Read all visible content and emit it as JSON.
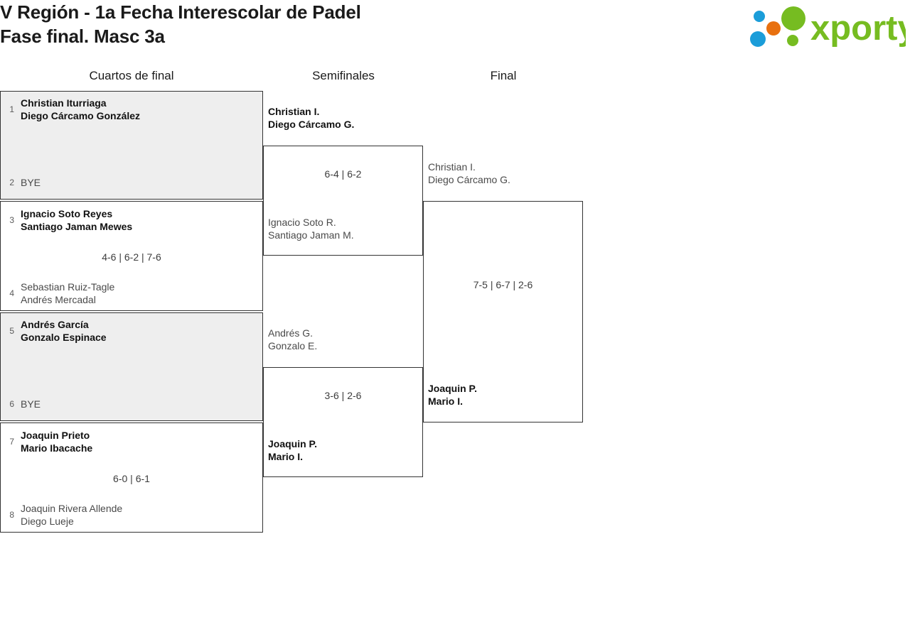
{
  "header": {
    "title": "V Región - 1a Fecha Interescolar de Padel\nFase final. Masc 3a",
    "logo_text": "xporty",
    "logo_colors": {
      "green": "#76bc21",
      "blue": "#1b9dd9",
      "orange": "#e8700f"
    }
  },
  "columns": [
    {
      "label": "Cuartos de final"
    },
    {
      "label": "Semifinales"
    },
    {
      "label": "Final"
    }
  ],
  "bracket": {
    "quarterfinals": [
      {
        "bye": true,
        "top": {
          "seed": "1",
          "names": "Christian Iturriaga\nDiego Cárcamo González",
          "result": "winner"
        },
        "bottom": {
          "seed": "2",
          "names": "BYE",
          "result": "bye"
        },
        "score": ""
      },
      {
        "bye": false,
        "top": {
          "seed": "3",
          "names": "Ignacio Soto Reyes\nSantiago Jaman Mewes",
          "result": "winner"
        },
        "bottom": {
          "seed": "4",
          "names": "Sebastian Ruiz-Tagle\nAndrés Mercadal",
          "result": "loser"
        },
        "score": "4-6 | 6-2 | 7-6"
      },
      {
        "bye": true,
        "top": {
          "seed": "5",
          "names": "Andrés García\nGonzalo Espinace",
          "result": "winner"
        },
        "bottom": {
          "seed": "6",
          "names": "BYE",
          "result": "bye"
        },
        "score": ""
      },
      {
        "bye": false,
        "top": {
          "seed": "7",
          "names": "Joaquin Prieto\nMario Ibacache",
          "result": "winner"
        },
        "bottom": {
          "seed": "8",
          "names": "Joaquin Rivera Allende\nDiego Lueje",
          "result": "loser"
        },
        "score": "6-0 | 6-1"
      }
    ],
    "semifinals": [
      {
        "top": {
          "names": "Christian I.\nDiego Cárcamo G.",
          "result": "winner"
        },
        "bottom": {
          "names": "Ignacio Soto R.\nSantiago Jaman M.",
          "result": "loser"
        },
        "score": "6-4 | 6-2"
      },
      {
        "top": {
          "names": "Andrés G.\nGonzalo E.",
          "result": "loser"
        },
        "bottom": {
          "names": "Joaquin P.\nMario I.",
          "result": "winner"
        },
        "score": "3-6 | 2-6"
      }
    ],
    "final": [
      {
        "top": {
          "names": "Christian I.\nDiego Cárcamo G.",
          "result": "loser"
        },
        "bottom": {
          "names": "Joaquin P.\nMario I.",
          "result": "winner"
        },
        "score": "7-5 | 6-7 | 2-6"
      }
    ]
  }
}
